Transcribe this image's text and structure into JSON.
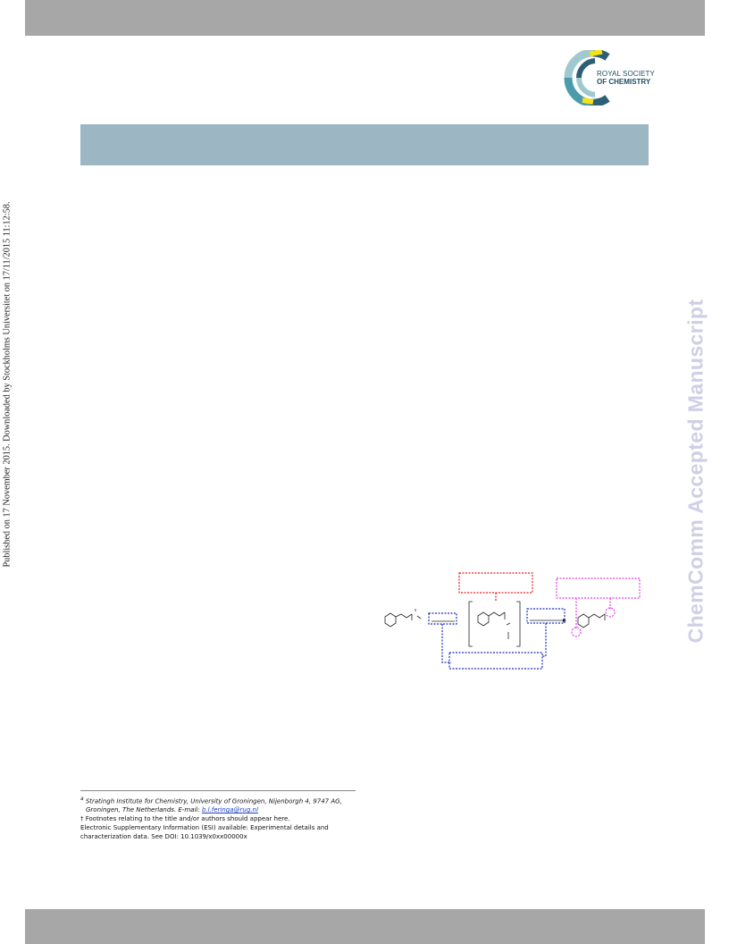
{
  "side_text": "Published on 17 November 2015. Downloaded by Stockholms Universitet on 17/11/2015 11:12:58.",
  "watermark": "ChemComm Accepted Manuscript",
  "logo": {
    "line1": "ROYAL SOCIETY",
    "line2": "OF CHEMISTRY",
    "colors": {
      "dark": "#2c5f74",
      "teal": "#4b9bab",
      "light": "#9fc9cf",
      "yellow": "#f2e21b"
    }
  },
  "footnotes": {
    "affiliation_marker": "a",
    "affiliation_line1": "Stratingh Institute for Chemistry, University of Groningen, Nijenborgh 4, 9747 AG,",
    "affiliation_line2": "Groningen, The Netherlands. E-mail: ",
    "email": "b.l.feringa@rug.nl",
    "dagger_note": "† Footnotes relating to the title and/or authors should appear here.",
    "esi_line1": "Electronic Supplementary Information (ESI) available: Experimental details and",
    "esi_line2": "characterization data. See DOI: 10.1039/x0xx00000x"
  },
  "scheme_colors": {
    "red": "#e0202b",
    "blue": "#1f2fb4",
    "magenta": "#e43ce8"
  }
}
